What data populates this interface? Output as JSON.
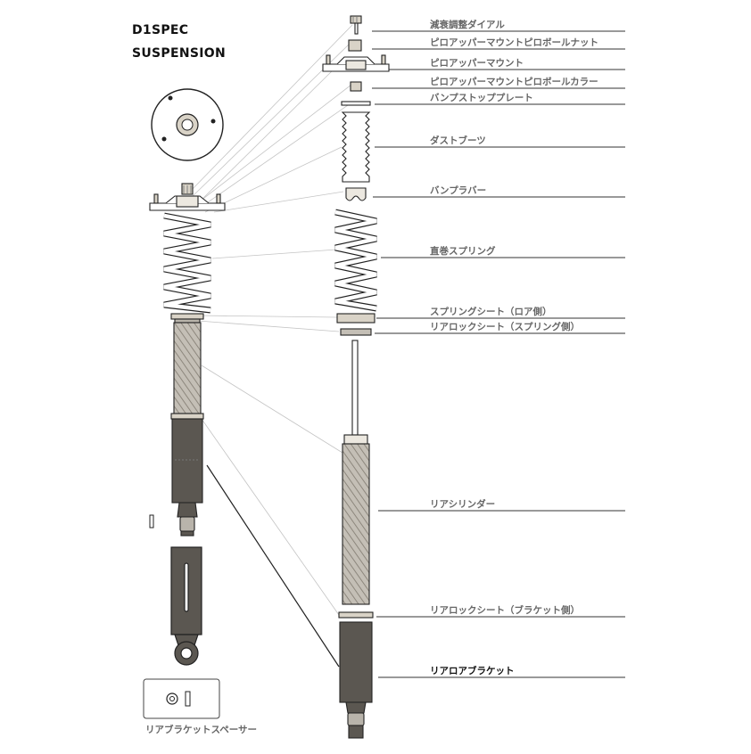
{
  "header": {
    "title_line1": "D1SPEC",
    "title_line2": "SUSPENSION"
  },
  "parts": [
    {
      "label": "減衰調整ダイアル",
      "emphasis": false
    },
    {
      "label": "ピロアッパーマウントピロボールナット",
      "emphasis": false
    },
    {
      "label": "ピロアッパーマウント",
      "emphasis": false
    },
    {
      "label": "ピロアッパーマウントピロボールカラー",
      "emphasis": false
    },
    {
      "label": "バンプストッププレート",
      "emphasis": false
    },
    {
      "label": "ダストブーツ",
      "emphasis": false
    },
    {
      "label": "バンプラバー",
      "emphasis": false
    },
    {
      "label": "直巻スプリング",
      "emphasis": false
    },
    {
      "label": "スプリングシート（ロア側）",
      "emphasis": false
    },
    {
      "label": "リアロックシート（スプリング側）",
      "emphasis": false
    },
    {
      "label": "リアシリンダー",
      "emphasis": false
    },
    {
      "label": "リアロックシート（ブラケット側）",
      "emphasis": false
    },
    {
      "label": "リアロアブラケット",
      "emphasis": true
    }
  ],
  "spacer": {
    "caption": "リアブラケットスペーサー"
  },
  "colors": {
    "body_dark": "#5b5751",
    "thread": "#b9b4ab",
    "spring": "#ffffff",
    "outline": "#222222",
    "leader": "#bdbdbd",
    "rule": "#333333"
  }
}
